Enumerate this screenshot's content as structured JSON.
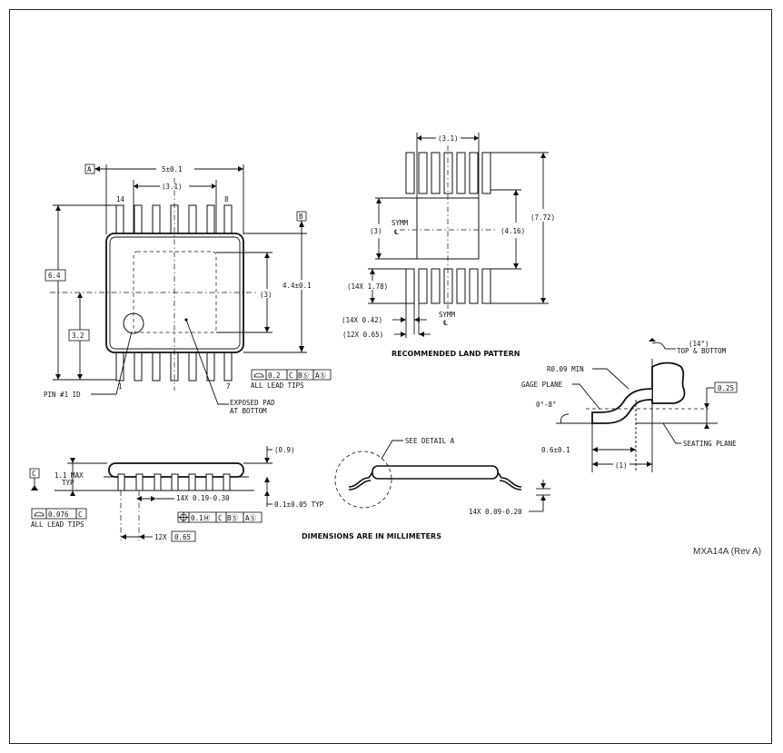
{
  "top_view": {
    "datum_a": "A",
    "datum_b": "B",
    "dim_length": "5±0.1",
    "dim_pad_top": "(3.1)",
    "pin_14": "14",
    "pin_8": "8",
    "pin_1": "1",
    "pin_7": "7",
    "dim_total_width": "6.4",
    "dim_half_width": "3.2",
    "dim_body_width": "4.4±0.1",
    "dim_pad_side": "(3)",
    "pin1_label": "PIN #1 ID",
    "exposed_pad_line1": "EXPOSED PAD",
    "exposed_pad_line2": "AT BOTTOM",
    "fcf_value": "0.2",
    "fcf_c": "C",
    "fcf_b": "BⓈ",
    "fcf_a": "AⓈ",
    "all_lead_tips": "ALL LEAD TIPS"
  },
  "land_pattern": {
    "dim_top": "(3.1)",
    "symm_label": "SYMM",
    "cl_symbol": "℄",
    "dim_left": "(3)",
    "dim_pad": "(4.16)",
    "dim_total": "(7.72)",
    "dim_pad_len": "(14X 1.78)",
    "dim_pad_width": "(14X 0.42)",
    "dim_pitch": "(12X 0.65)",
    "title": "RECOMMENDED LAND PATTERN"
  },
  "detail_a": {
    "dim_angle_top": "(14°)",
    "top_bottom": "TOP & BOTTOM",
    "radius": "R0.09 MIN",
    "gage_plane": "GAGE PLANE",
    "angle": "0°-8°",
    "gage_value": "0.25",
    "foot_length": "0.6±0.1",
    "footprint": "(1)",
    "seating_plane": "SEATING PLANE"
  },
  "side_view": {
    "datum_c": "C",
    "max_height_1": "1.1 MAX",
    "max_height_2": "TYP",
    "coplanarity_value": "0.076",
    "coplanarity_c": "C",
    "all_lead_tips": "ALL LEAD TIPS",
    "dim_height": "(0.9)",
    "lead_width": "14X 0.19-0.30",
    "standoff": "0.1±0.05 TYP",
    "pos_value": "0.1Ⓜ",
    "pos_c": "C",
    "pos_b": "BⓈ",
    "pos_a": "AⓈ",
    "pitch_prefix": "12X",
    "pitch_value": "0.65"
  },
  "end_view": {
    "see_detail": "SEE DETAIL A",
    "lead_thickness": "14X 0.09-0.20"
  },
  "notes": {
    "units": "DIMENSIONS ARE IN MILLIMETERS",
    "revision": "MXA14A (Rev A)"
  }
}
